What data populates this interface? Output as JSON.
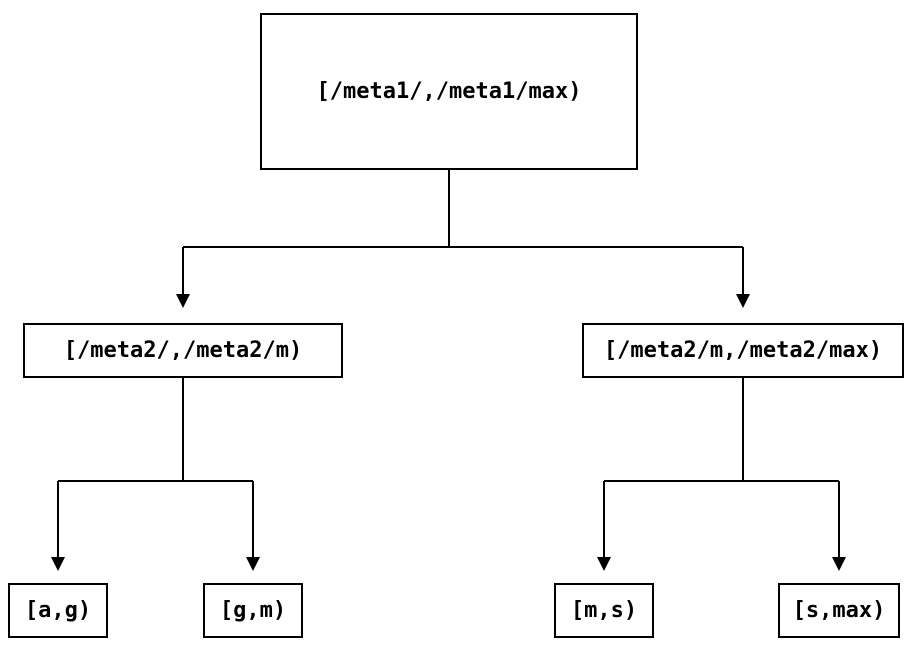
{
  "diagram": {
    "type": "binary-tree",
    "colors": {
      "line": "#000000",
      "box_border": "#000000",
      "text": "#000000",
      "background": "#ffffff"
    },
    "nodes": {
      "root": {
        "label": "[/meta1/,/meta1/max)"
      },
      "meta2_low": {
        "label": "[/meta2/,/meta2/m)"
      },
      "meta2_high": {
        "label": "[/meta2/m,/meta2/max)"
      },
      "leaf_a_g": {
        "label": "[a,g)"
      },
      "leaf_g_m": {
        "label": "[g,m)"
      },
      "leaf_m_s": {
        "label": "[m,s)"
      },
      "leaf_s_max": {
        "label": "[s,max)"
      }
    },
    "edges": [
      {
        "from": "root",
        "to": "meta2_low"
      },
      {
        "from": "root",
        "to": "meta2_high"
      },
      {
        "from": "meta2_low",
        "to": "leaf_a_g"
      },
      {
        "from": "meta2_low",
        "to": "leaf_g_m"
      },
      {
        "from": "meta2_high",
        "to": "leaf_m_s"
      },
      {
        "from": "meta2_high",
        "to": "leaf_s_max"
      }
    ]
  }
}
